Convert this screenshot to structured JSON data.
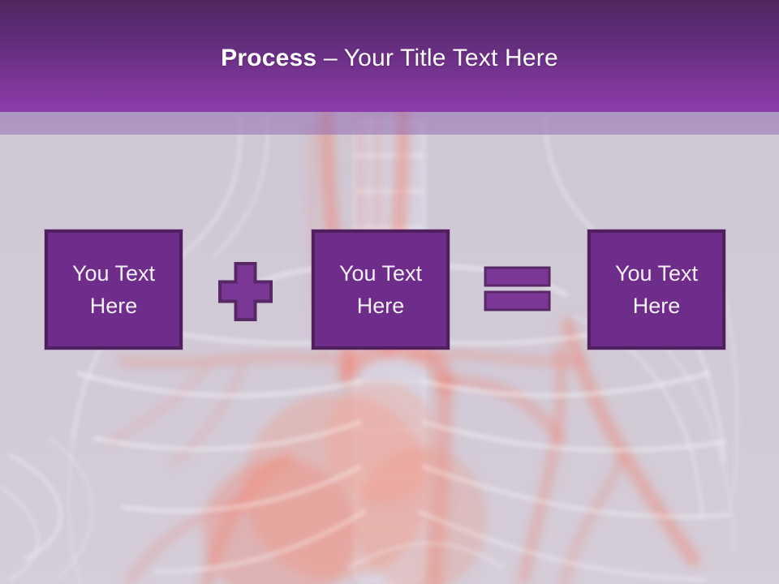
{
  "slide": {
    "title": {
      "keyword": "Process",
      "rest": " – Your Title Text Here"
    },
    "boxes": [
      {
        "label": "You Text Here"
      },
      {
        "label": "You Text Here"
      },
      {
        "label": "You Text Here"
      }
    ],
    "operators": [
      {
        "icon": "plus-icon",
        "symbol": "+"
      },
      {
        "icon": "equals-icon",
        "symbol": "="
      }
    ],
    "colors": {
      "header_gradient_top": "#50265f",
      "header_gradient_bottom": "#8d3cab",
      "accent_band": "#ab97c4",
      "background": "#cfc9d5",
      "box_fill": "#6e2d8a",
      "box_border": "#4f1f5e",
      "operator_fill": "#7a3795",
      "operator_border": "#572865",
      "title_color": "#ffffff",
      "box_text_color": "#f5f0f9"
    },
    "background_image_description": "faint anatomical illustration of human chest with spine, heart and red blood vessels"
  }
}
